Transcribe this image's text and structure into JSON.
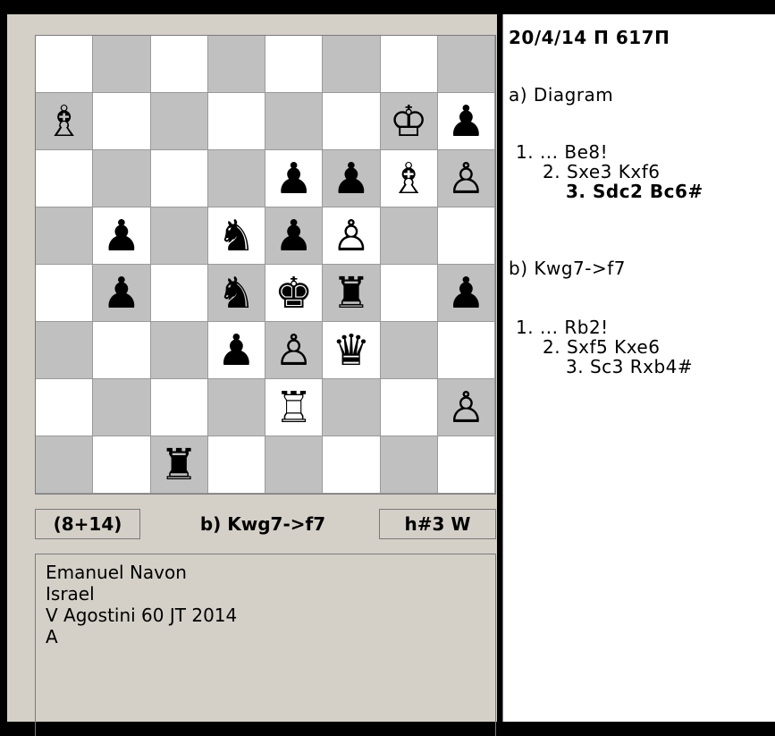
{
  "board": {
    "ranks": [
      [
        "",
        "",
        "",
        "",
        "",
        "",
        "",
        ""
      ],
      [
        "wB",
        "",
        "",
        "",
        "",
        "",
        "wK",
        "bP"
      ],
      [
        "",
        "",
        "",
        "",
        "bP",
        "bP",
        "wB",
        "wP"
      ],
      [
        "",
        "bP",
        "",
        "bN",
        "bP",
        "wP",
        "",
        ""
      ],
      [
        "",
        "bP",
        "",
        "bN",
        "bK",
        "bR",
        "",
        "bP"
      ],
      [
        "",
        "",
        "",
        "bP",
        "wP",
        "bQ",
        "",
        ""
      ],
      [
        "",
        "",
        "",
        "",
        "wR",
        "",
        "",
        "wP"
      ],
      [
        "",
        "",
        "bR",
        "",
        "",
        "",
        "",
        ""
      ]
    ],
    "glyphs": {
      "wK": "♔",
      "wQ": "♕",
      "wR": "♖",
      "wB": "♗",
      "wN": "♘",
      "wP": "♙",
      "bK": "♚",
      "bQ": "♛",
      "bR": "♜",
      "bB": "♝",
      "bN": "♞",
      "bP": "♟"
    },
    "colors": {
      "light": "#ffffff",
      "dark": "#c0c0c0",
      "frame": "#d4d0c8"
    }
  },
  "info": {
    "piece_count": "(8+14)",
    "twin": "b) Kwg7->f7",
    "stipulation": "h#3 W"
  },
  "source": {
    "author": "Emanuel Navon",
    "country": "Israel",
    "tourney": "V Agostini 60 JT 2014",
    "award": "A"
  },
  "solution": {
    "header": "20/4/14 Π 617Π",
    "part_a": {
      "label": "a) Diagram",
      "move1": "1. ... Be8!",
      "move2": "2. Sxe3  Kxf6",
      "move3": "3. Sdc2  Bc6#"
    },
    "part_b": {
      "label": "b) Kwg7->f7",
      "move1": "1. ... Rb2!",
      "move2": "2. Sxf5  Kxe6",
      "move3": "3. Sc3  Rxb4#"
    }
  }
}
